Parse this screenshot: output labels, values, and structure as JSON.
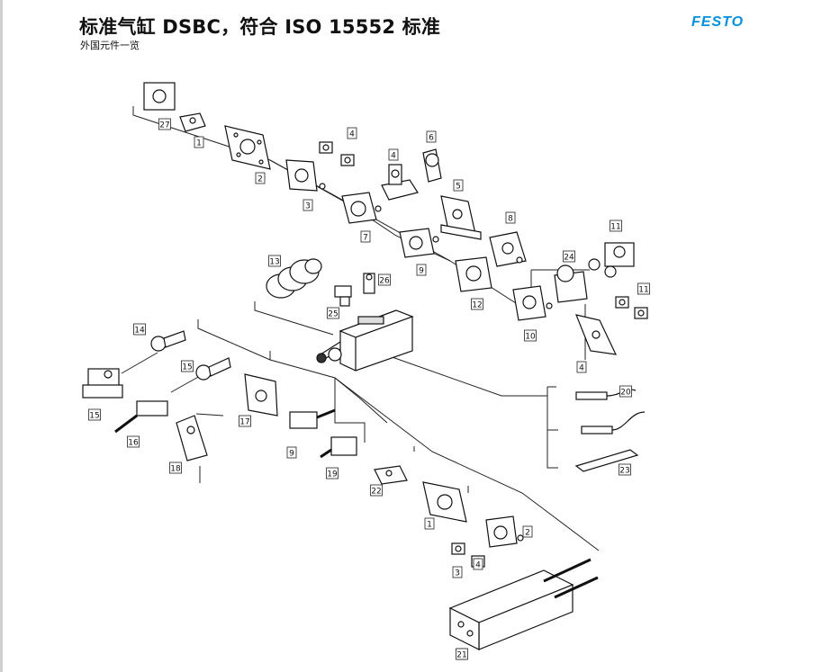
{
  "header": {
    "title": "标准气缸 DSBC，符合 ISO 15552 标准",
    "subtitle": "外国元件一览",
    "brand": "FESTO",
    "brand_color": "#0091dc"
  },
  "diagram": {
    "part_labels": [
      "27",
      "1",
      "2",
      "3",
      "4",
      "4",
      "6",
      "7",
      "5",
      "9",
      "8",
      "11",
      "13",
      "26",
      "25",
      "24",
      "12",
      "10",
      "11",
      "4",
      "14",
      "15",
      "15",
      "16",
      "17",
      "18",
      "9",
      "19",
      "20",
      "23",
      "22",
      "1",
      "2",
      "3",
      "4",
      "4",
      "21"
    ]
  }
}
